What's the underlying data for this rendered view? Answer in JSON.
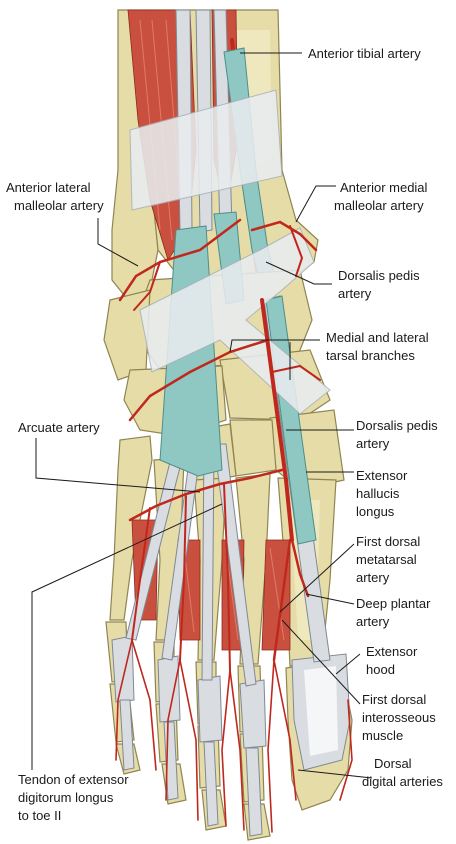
{
  "labels": {
    "anterior_tibial_artery": [
      "Anterior tibial artery"
    ],
    "anterior_lateral_malleolar_artery": [
      "Anterior lateral",
      "malleolar artery"
    ],
    "anterior_medial_malleolar_artery": [
      "Anterior medial",
      "malleolar artery"
    ],
    "dorsalis_pedis_artery_upper": [
      "Dorsalis pedis",
      "artery"
    ],
    "medial_lateral_tarsal_branches": [
      "Medial and lateral",
      "tarsal branches"
    ],
    "arcuate_artery": [
      "Arcuate artery"
    ],
    "dorsalis_pedis_artery_lower": [
      "Dorsalis pedis",
      "artery"
    ],
    "extensor_hallucis_longus": [
      "Extensor",
      "hallucis",
      "longus"
    ],
    "first_dorsal_metatarsal_artery": [
      "First dorsal",
      "metatarsal",
      "artery"
    ],
    "deep_plantar_artery": [
      "Deep plantar",
      "artery"
    ],
    "extensor_hood": [
      "Extensor",
      "hood"
    ],
    "first_dorsal_interosseous_muscle": [
      "First dorsal",
      "interosseous",
      "muscle"
    ],
    "tendon_extensor_digitorum_longus": [
      "Tendon of extensor",
      "digitorum longus",
      "to toe II"
    ],
    "dorsal_digital_arteries": [
      "Dorsal",
      "digital arteries"
    ]
  },
  "colors": {
    "bone": "#e6dca8",
    "muscle": "#c9503f",
    "tendon": "#d9dde2",
    "sheath": "#8fc7c2",
    "artery": "#c0281d",
    "text": "#1a1a1a"
  }
}
